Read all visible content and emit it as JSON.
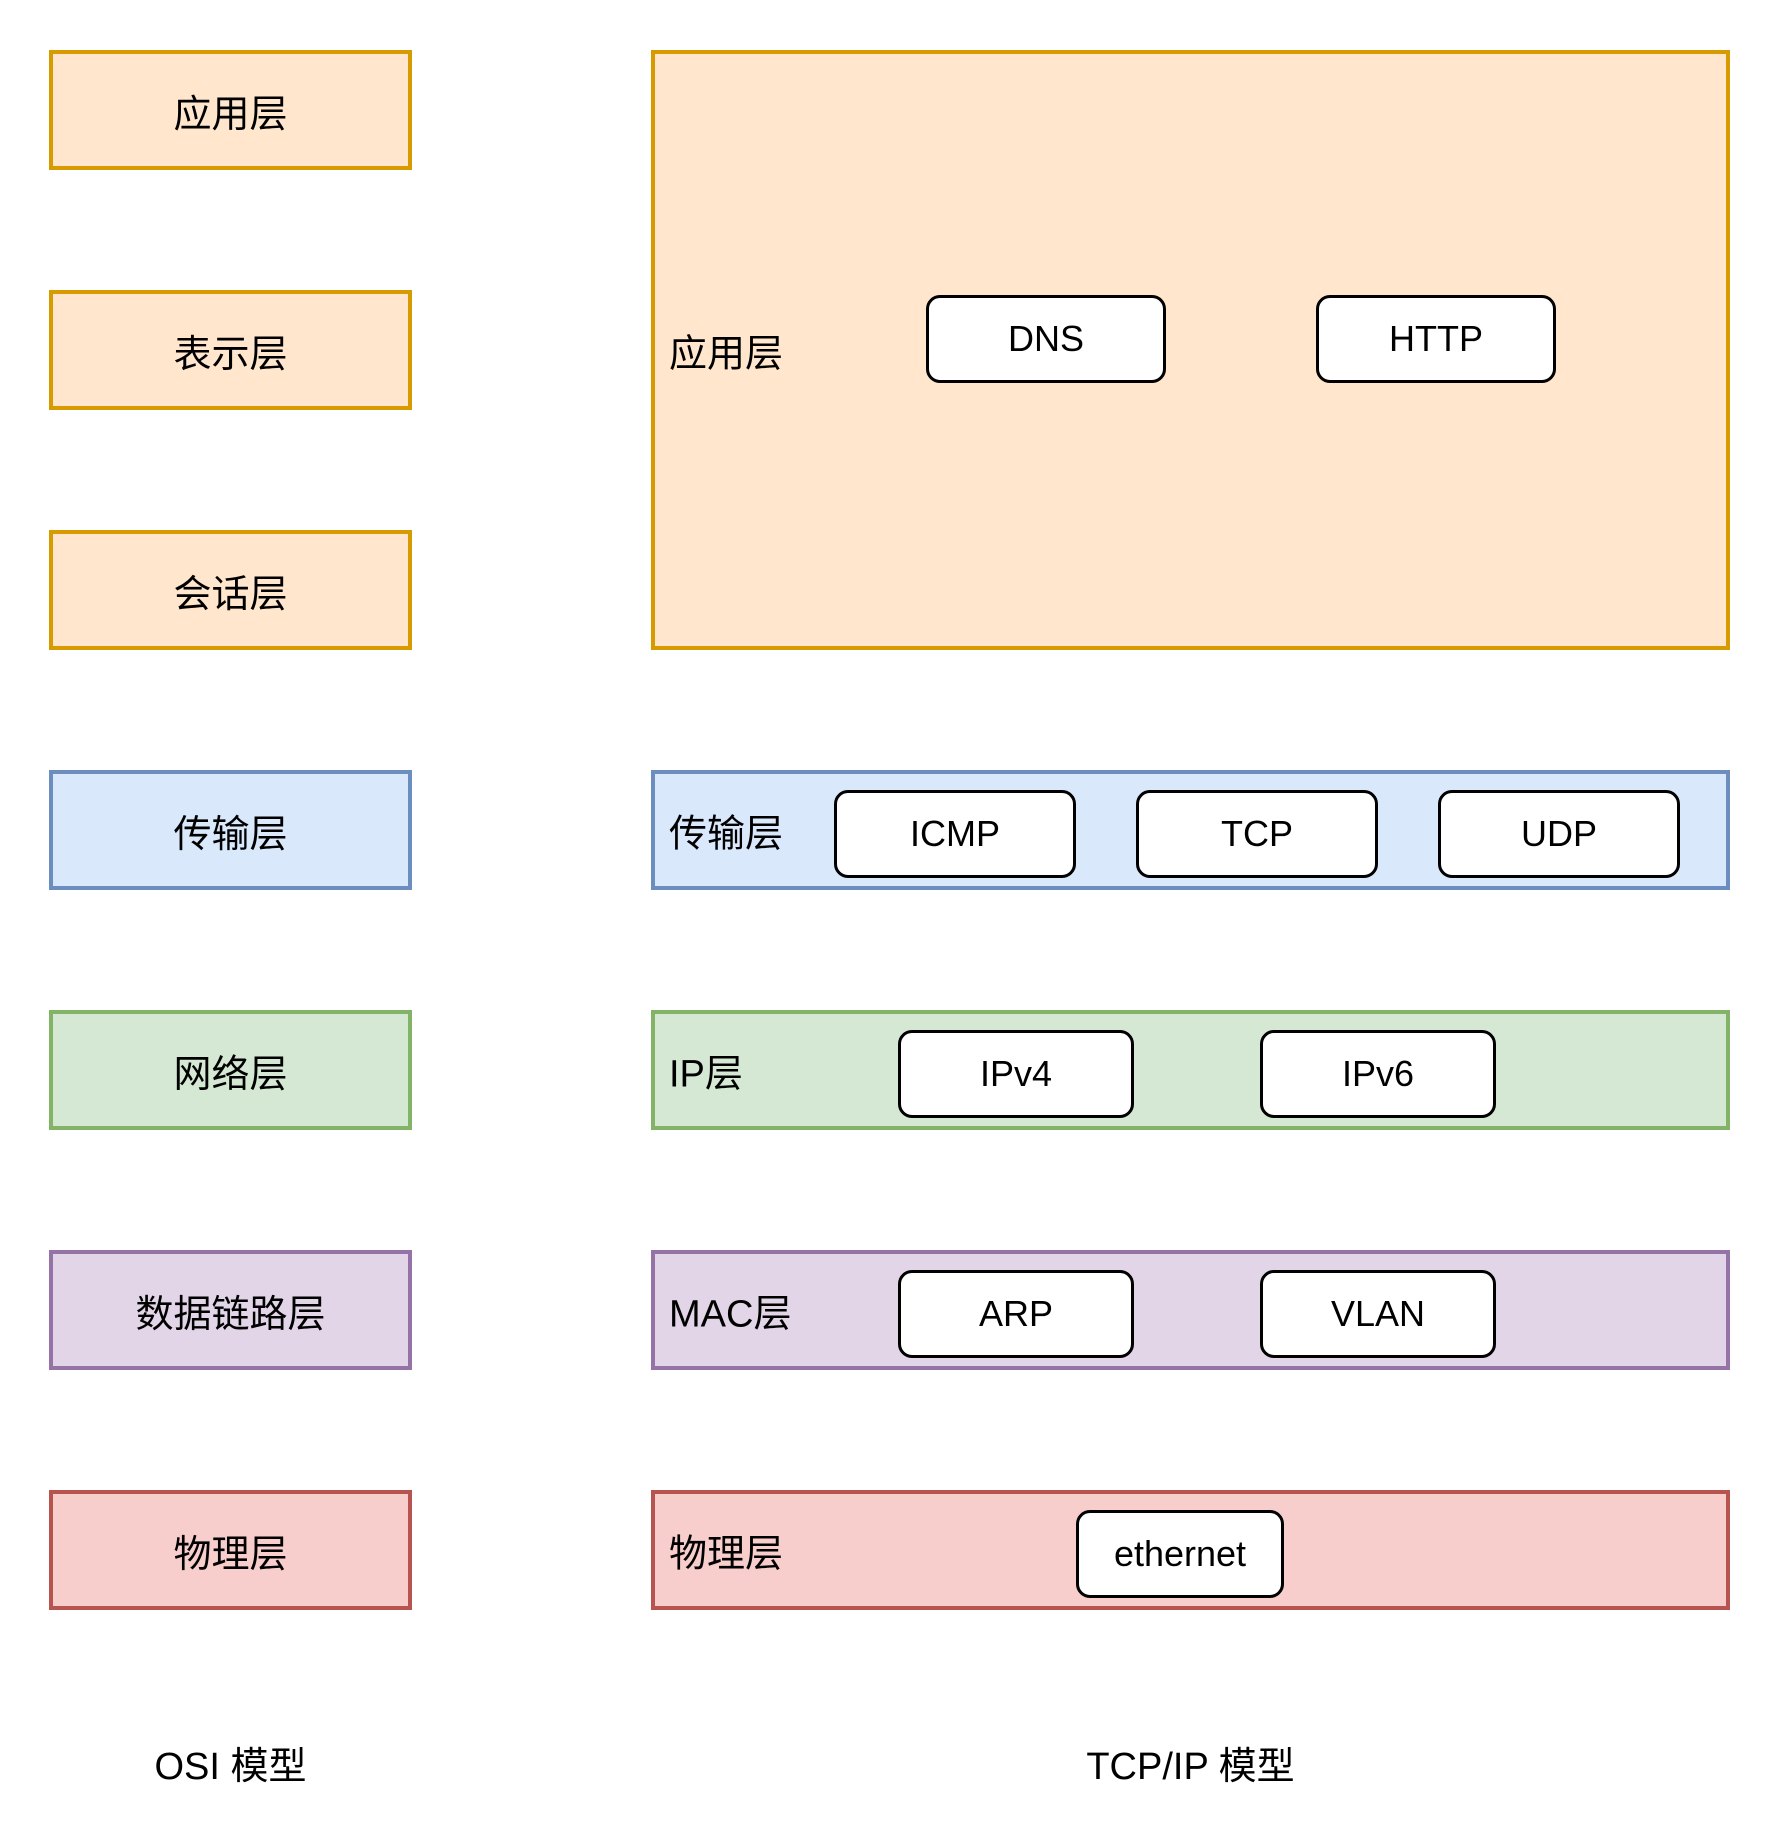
{
  "palette": {
    "orange": {
      "fill": "#FFE6CC",
      "stroke": "#D79B00"
    },
    "blue": {
      "fill": "#DAE8FC",
      "stroke": "#6C8EBF"
    },
    "green": {
      "fill": "#D5E8D4",
      "stroke": "#82B366"
    },
    "purple": {
      "fill": "#E1D5E7",
      "stroke": "#9673A6"
    },
    "red": {
      "fill": "#F8CECC",
      "stroke": "#B85450"
    },
    "protocol_chip": {
      "fill": "#FFFFFF",
      "stroke": "#000000"
    }
  },
  "osi": {
    "caption": "OSI 模型",
    "layers": [
      {
        "label": "应用层",
        "color": "orange"
      },
      {
        "label": "表示层",
        "color": "orange"
      },
      {
        "label": "会话层",
        "color": "orange"
      },
      {
        "label": "传输层",
        "color": "blue"
      },
      {
        "label": "网络层",
        "color": "green"
      },
      {
        "label": "数据链路层",
        "color": "purple"
      },
      {
        "label": "物理层",
        "color": "red"
      }
    ]
  },
  "tcpip": {
    "caption": "TCP/IP 模型",
    "layers": [
      {
        "label": "应用层",
        "color": "orange",
        "protocols": [
          "DNS",
          "HTTP"
        ]
      },
      {
        "label": "传输层",
        "color": "blue",
        "protocols": [
          "ICMP",
          "TCP",
          "UDP"
        ]
      },
      {
        "label": "IP层",
        "color": "green",
        "protocols": [
          "IPv4",
          "IPv6"
        ]
      },
      {
        "label": "MAC层",
        "color": "purple",
        "protocols": [
          "ARP",
          "VLAN"
        ]
      },
      {
        "label": "物理层",
        "color": "red",
        "protocols": [
          "ethernet"
        ]
      }
    ]
  }
}
